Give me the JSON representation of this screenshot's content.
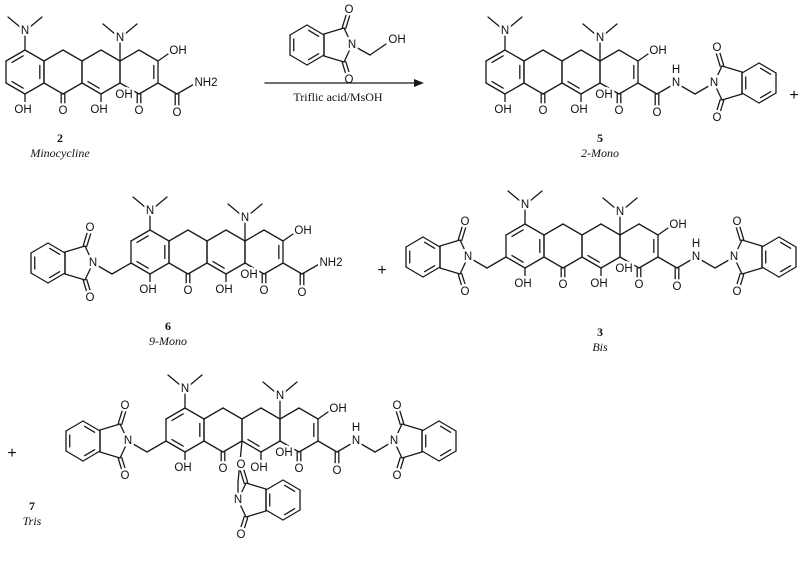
{
  "atoms": {
    "N": "N",
    "O": "O",
    "OH": "OH",
    "NH2": "NH2",
    "H": "H"
  },
  "reaction": {
    "conditions": "Triflic acid/MsOH",
    "plus": "+"
  },
  "compounds": [
    {
      "id": "2",
      "name": "Minocycline"
    },
    {
      "id": "5",
      "name": "2-Mono"
    },
    {
      "id": "6",
      "name": "9-Mono"
    },
    {
      "id": "3",
      "name": "Bis"
    },
    {
      "id": "7",
      "name": "Tris"
    }
  ]
}
